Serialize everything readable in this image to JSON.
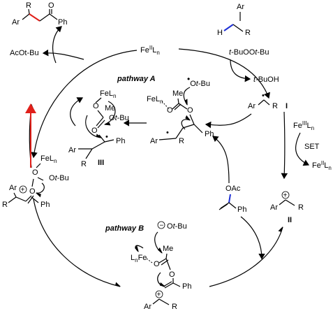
{
  "labels": {
    "product_ar": "Ar",
    "product_r": "R",
    "product_o": "O",
    "product_ph": "Ph",
    "acotbu": "AcOt-Bu",
    "fe2_top": "FeIILn",
    "substrate_ar": "Ar",
    "substrate_h": "H",
    "substrate_r": "R",
    "tbuootbu": "t-BuOOt-Bu",
    "tbuoh": "t-BuOH",
    "pathway_a": "pathway A",
    "otbu_radical": "Ot-Bu",
    "fe_ln_a": "FeLn",
    "me_a": "Me",
    "o_a": "O",
    "ph_a": "Ph",
    "ar_a": "Ar",
    "r_a": "R",
    "radical_ar": "Ar",
    "radical_r": "R",
    "label_i": "I",
    "fe3_set": "FeIIILn",
    "set": "SET",
    "fe2_set": "FeIILn",
    "iii_feln": "FeLn",
    "iii_me": "Me",
    "iii_otbu": "Ot-Bu",
    "iii_o": "O",
    "iii_ph": "Ph",
    "iii_ar": "Ar",
    "iii_r": "R",
    "label_iii": "III",
    "left_feln": "FeLn",
    "left_otbu": "Ot-Bu",
    "left_o": "O",
    "left_ar": "Ar",
    "left_r": "R",
    "left_ph": "Ph",
    "enol_oac": "OAc",
    "enol_ph": "Ph",
    "cation_ar": "Ar",
    "cation_r": "R",
    "label_ii": "II",
    "pathway_b": "pathway B",
    "b_otbu": "Ot-Bu",
    "b_lnfe": "LnFe",
    "b_me": "Me",
    "b_o1": "O",
    "b_o2": "O",
    "b_ph": "Ph",
    "b_ar": "Ar",
    "b_r": "R"
  }
}
